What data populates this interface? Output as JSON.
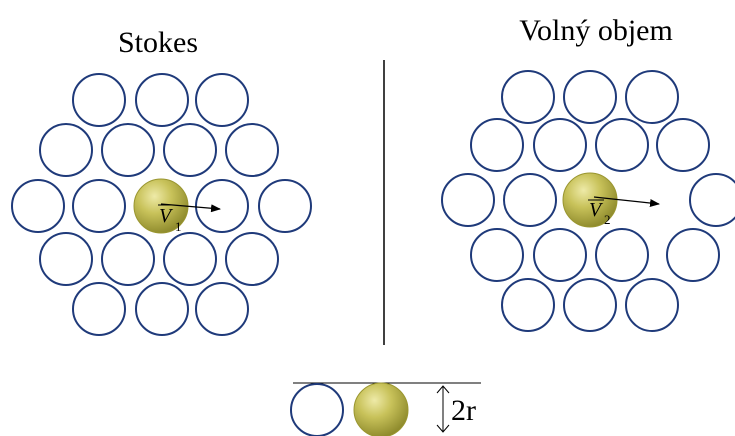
{
  "panels": {
    "left": {
      "title": "Stokes",
      "velocity_symbol": "V",
      "velocity_subscript": "1"
    },
    "right": {
      "title": "Volný objem",
      "velocity_symbol": "V",
      "velocity_subscript": "2"
    }
  },
  "dimension": {
    "label": "2r"
  },
  "colors": {
    "molecule_stroke": "#1f3a7a",
    "particle_fill": "#b5b046",
    "particle_highlight": "#e8e6a0",
    "particle_stroke": "#9a9630",
    "line": "#000000"
  }
}
